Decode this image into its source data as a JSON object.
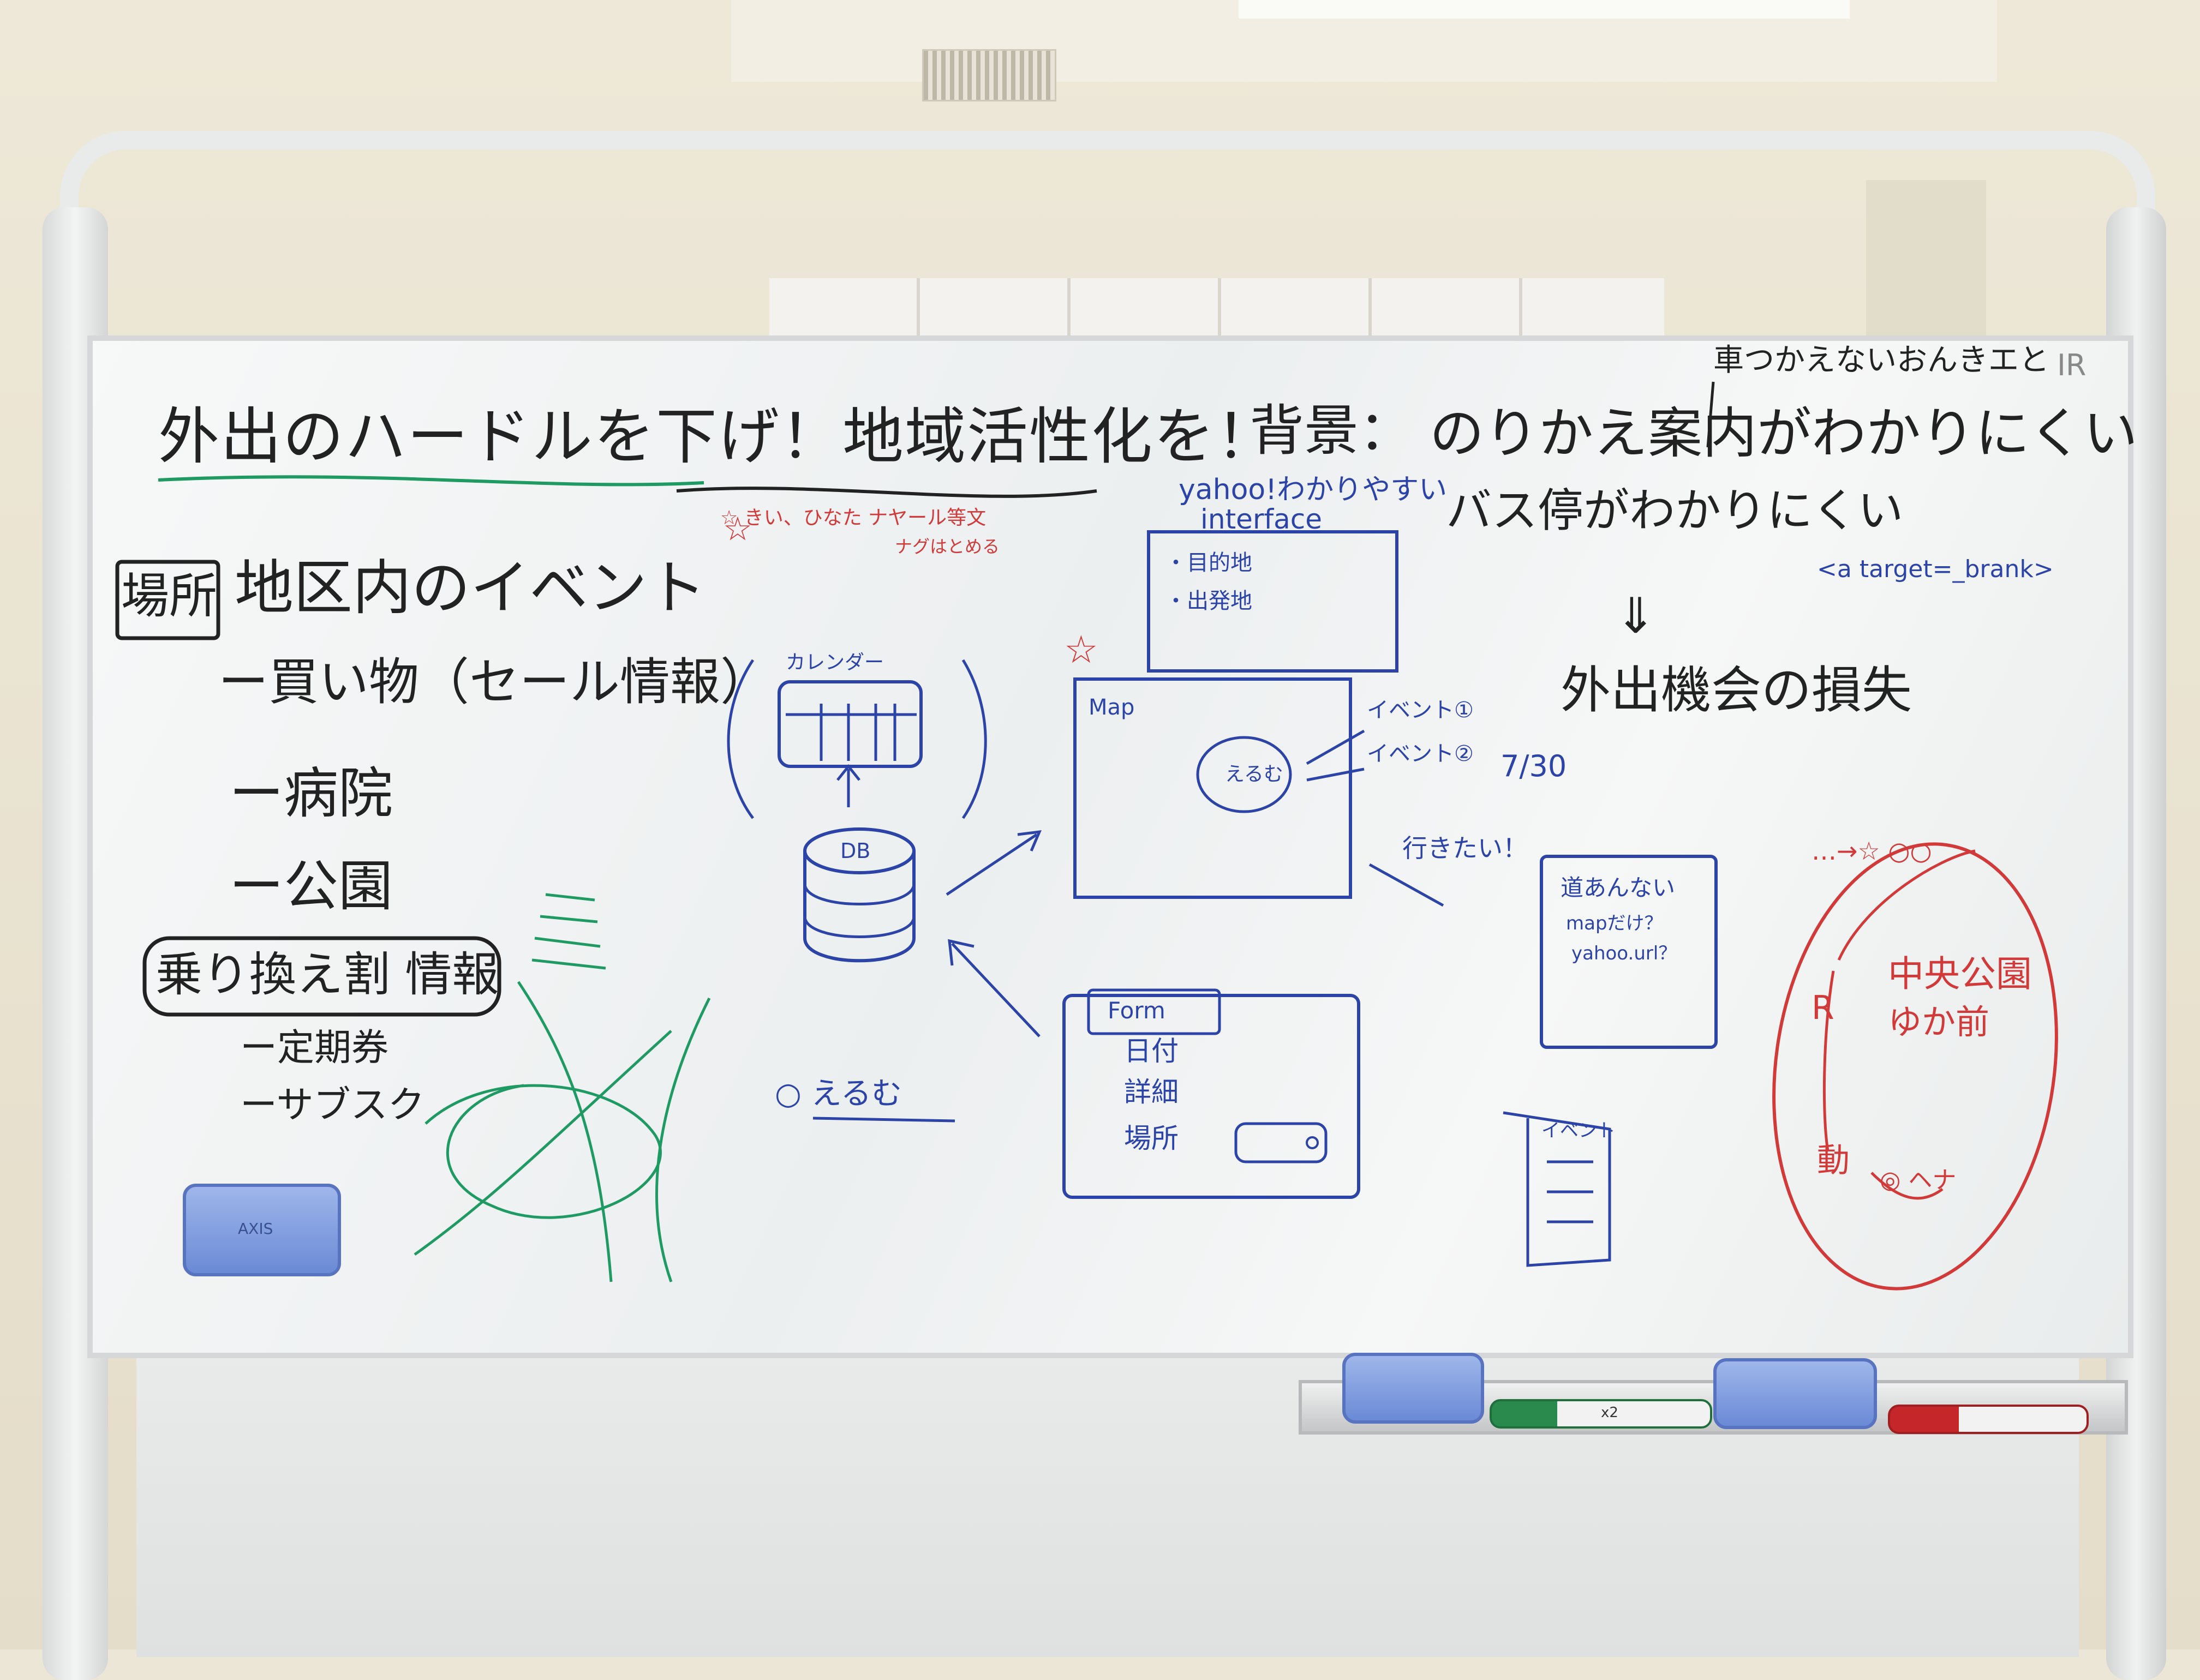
{
  "board": {
    "title": "外出のハードルを下げ！地域活性化を！",
    "background_label": "背景：",
    "background_line1": "のりかえ案内がわかりにくい",
    "background_line2": "バス停がわかりにくい",
    "car_note": "車つかえないおんきエと",
    "car_note_tail": "IR",
    "html_snippet": "<a target=_brank>",
    "arrow_down": "⇓",
    "result": "外出機会の損失",
    "place_label": "場所",
    "place_item": "地区内のイベント",
    "list": [
      "ー買い物（セール情報）",
      "ー病院",
      "ー公園"
    ],
    "transfer_label": "乗り換え割 情報",
    "transfer_items": [
      "ー定期券",
      "ーサブスク"
    ],
    "star_note_line1": "☆ きい、ひなた ナヤール等文",
    "star_note_line2": "ナグはとめる",
    "yahoo_note": "yahoo!わかりやすい",
    "interface_label": "interface",
    "interface_items": [
      "・目的地",
      "・出発地"
    ],
    "calendar_label": "カレンダー",
    "db_label": "DB",
    "map_label": "Map",
    "map_point": "えるむ",
    "event_1": "イベント①",
    "event_2": "イベント②",
    "date": "7/30",
    "go_label": "行きたい！",
    "route_note": [
      "道あんない",
      "mapだけ？",
      "yahoo.url？"
    ],
    "form_label": "Form",
    "form_fields": [
      "日付",
      "詳細",
      "場所"
    ],
    "erumu_label": "○ えるむ",
    "events_list_label": "イベント",
    "red_note_top": "…→☆ ○○",
    "red_note_center": "中央公園",
    "red_note_center2": "ゆか前",
    "red_note_left": "R",
    "red_note_bottom": "動",
    "red_note_bottom2": "◎ ヘナ"
  },
  "colors": {
    "black_ink": "#222222",
    "blue_ink": "#2c44a8",
    "red_ink": "#d23a3a",
    "green_ink": "#1f9a63",
    "eraser": "#7f9be0"
  },
  "tray": {
    "eraser_brand": "AXIS",
    "green_marker_label": "x2",
    "red_marker_label": ""
  }
}
